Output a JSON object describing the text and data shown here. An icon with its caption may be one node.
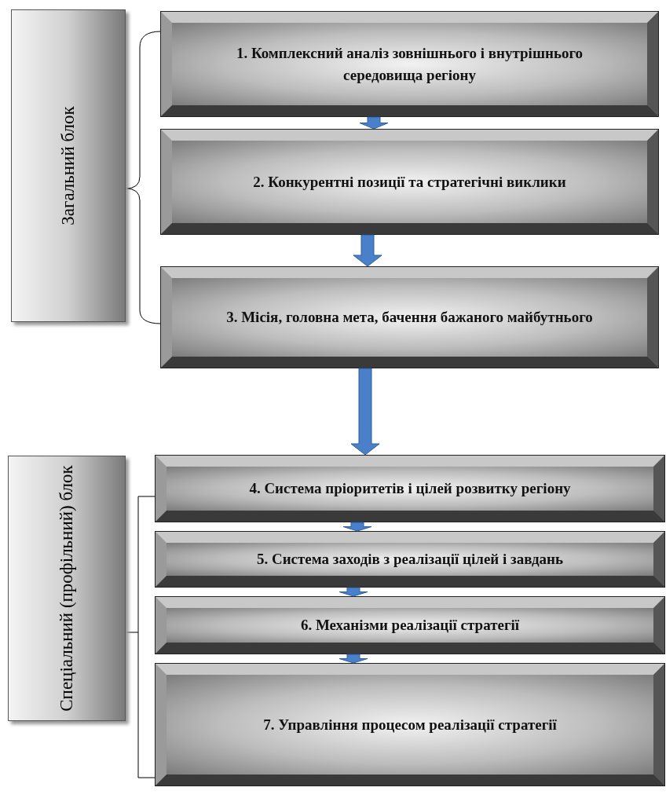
{
  "diagram": {
    "nodes": [
      {
        "text": [
          "Загальний блок"
        ]
      },
      {
        "text": [
          "1. Комплексний аналіз зовнішнього і внутрішнього середовища регіону"
        ]
      },
      {
        "text": [
          "2. Конкурентні позиції та стратегічні виклики"
        ]
      },
      {
        "text": [
          "3. Місія, головна мета, бачення бажаного майбутнього"
        ]
      },
      {
        "text": [
          "Спеціальний (профільний) блок"
        ]
      },
      {
        "text": [
          "4. Система пріоритетів і цілей розвитку регіону"
        ]
      },
      {
        "text": [
          "5. Система заходів з реалізації цілей і завдань"
        ]
      },
      {
        "text": [
          "6. Механізми реалізації стратегії"
        ]
      },
      {
        "text": [
          "7. Управління процесом реалізації стратегії"
        ]
      }
    ],
    "edges": [
      {
        "from": 1,
        "to": 2,
        "arrow": "to"
      },
      {
        "from": 2,
        "to": 3,
        "arrow": "to"
      },
      {
        "from": 3,
        "to": 5,
        "arrow": "to"
      },
      {
        "from": 5,
        "to": 6,
        "arrow": "to"
      },
      {
        "from": 6,
        "to": 7,
        "arrow": "to"
      },
      {
        "from": 7,
        "to": 8,
        "arrow": "to"
      }
    ]
  }
}
